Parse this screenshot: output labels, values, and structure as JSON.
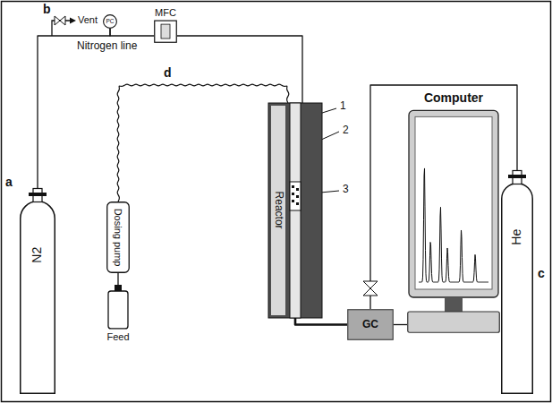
{
  "diagram": {
    "nodes": [
      {
        "text": [
          "N2"
        ]
      },
      {
        "text": [
          "PC"
        ]
      },
      {
        "text": [
          "MFC"
        ]
      },
      {
        "text": [
          "Dosing pump"
        ]
      },
      {
        "text": [
          "Feed"
        ]
      },
      {
        "text": [
          "Reactor"
        ]
      },
      {
        "text": [
          "GC"
        ]
      },
      {
        "text": [
          "Computer"
        ]
      },
      {
        "text": [
          "He"
        ]
      }
    ],
    "edges": [
      {
        "from": 0,
        "to": 1,
        "arrow": "none"
      },
      {
        "from": 1,
        "to": 2,
        "arrow": "none"
      },
      {
        "from": 2,
        "to": 5,
        "arrow": "none"
      },
      {
        "from": 3,
        "to": 5,
        "arrow": "none",
        "label": "d"
      },
      {
        "from": 4,
        "to": 3,
        "arrow": "none"
      },
      {
        "from": 5,
        "to": 6,
        "arrow": "none"
      },
      {
        "from": 8,
        "to": 6,
        "arrow": "none"
      },
      {
        "from": 6,
        "to": 7,
        "arrow": "none"
      }
    ],
    "labels": [
      "b",
      "Vent",
      "Nitrogen line",
      "1",
      "2",
      "3",
      "a",
      "c"
    ]
  }
}
